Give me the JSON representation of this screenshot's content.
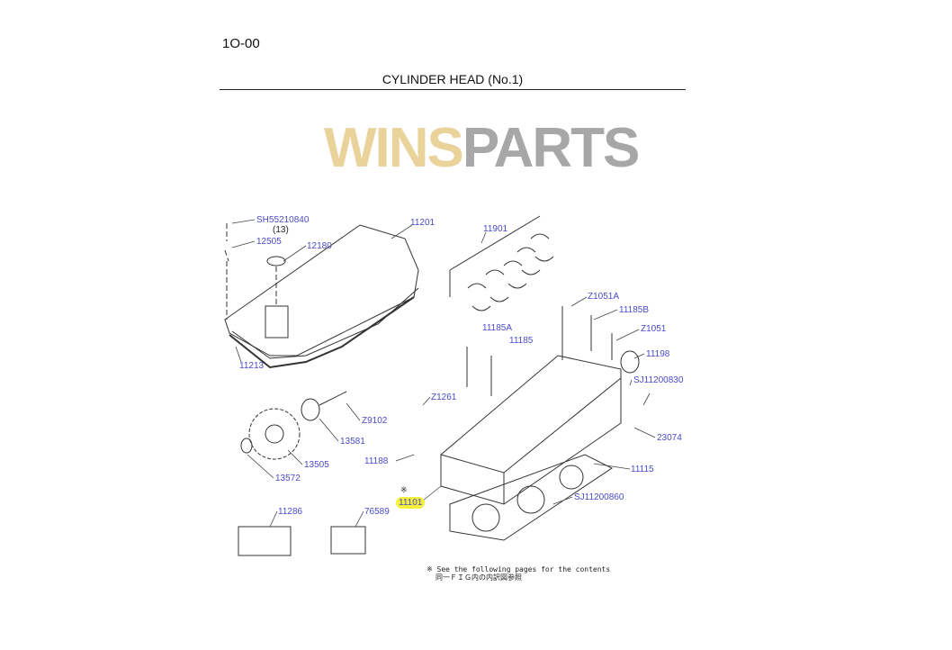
{
  "page": {
    "code": "1O-00",
    "title": "CYLINDER HEAD (No.1)"
  },
  "watermark": {
    "text_a": "WINS",
    "text_b": "PARTS"
  },
  "labels": {
    "sh55210840": "SH55210840",
    "qty13": "(13)",
    "p11201": "11201",
    "p12505": "12505",
    "p12180": "12180",
    "p11901": "11901",
    "z1051a": "Z1051A",
    "p11185b": "11185B",
    "p11185a": "11185A",
    "p11185": "11185",
    "z1051": "Z1051",
    "p11198": "11198",
    "sj11200830": "SJ11200830",
    "p11213": "11213",
    "z1261": "Z1261",
    "z9102": "Z9102",
    "p23074": "23074",
    "p13581": "13581",
    "p11188": "11188",
    "p13505": "13505",
    "p11115": "11115",
    "p13572": "13572",
    "p11101": "11101",
    "sj11200860": "SJ11200860",
    "p11286": "11286",
    "p76589": "76589"
  },
  "star_mark": "※",
  "note": {
    "line1": "※ See the following pages for the contents",
    "line2": "同一ＦＩＧ内の内訳図参照"
  },
  "colors": {
    "label": "#4a4acb",
    "highlight": "#f5f03a"
  }
}
